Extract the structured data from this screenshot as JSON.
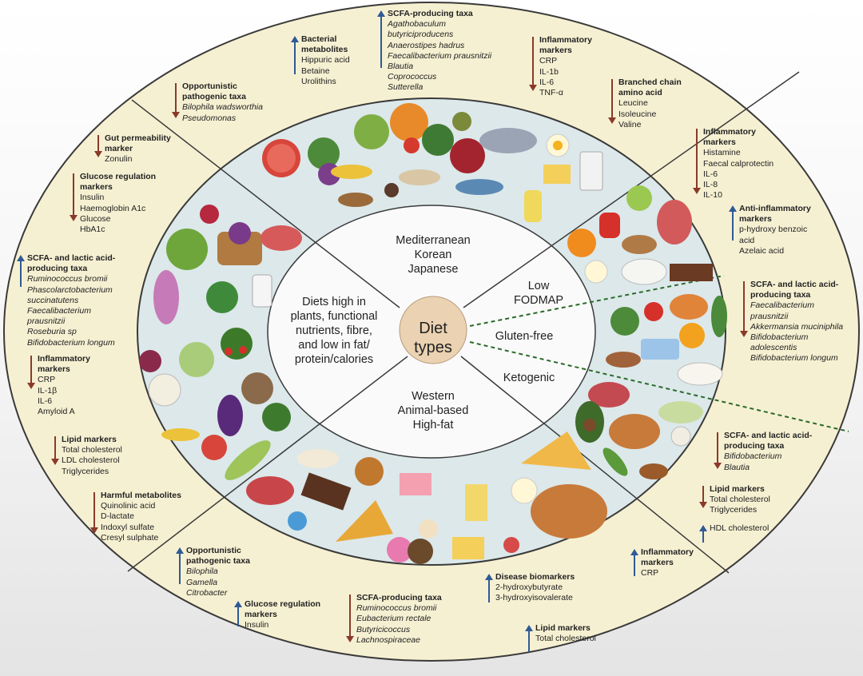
{
  "center_label": "Diet\ntypes",
  "diet_groups": [
    {
      "key": "med",
      "text": "Mediterranean\nKorean\nJapanese"
    },
    {
      "key": "plants",
      "text": "Diets high in\nplants, functional\nnutrients, fibre,\nand low in fat/\nprotein/calories"
    },
    {
      "key": "west",
      "text": "Western\nAnimal-based\nHigh-fat"
    },
    {
      "key": "lowfodmap",
      "text": "Low\nFODMAP"
    },
    {
      "key": "gluten",
      "text": "Gluten-free"
    },
    {
      "key": "keto",
      "text": "Ketogenic"
    }
  ],
  "annotations": [
    {
      "dir": "up",
      "title": "SCFA-producing taxa",
      "items": [
        "Agathobaculum",
        "butyriciproducens",
        "Anaerostipes hadrus",
        "Faecalibacterium prausnitzii",
        "Blautia",
        "Coprococcus",
        "Sutterella"
      ],
      "italic": true
    },
    {
      "dir": "up",
      "title": "Bacterial\nmetabolites",
      "items": [
        "Hippuric acid",
        "Betaine",
        "Urolithins"
      ],
      "italic": false
    },
    {
      "dir": "down",
      "title": "Inflammatory\nmarkers",
      "items": [
        "CRP",
        "IL-1b",
        "IL-6",
        "TNF-α"
      ],
      "italic": false
    },
    {
      "dir": "down",
      "title": "Opportunistic\npathogenic taxa",
      "items": [
        "Bilophila wadsworthia",
        "Pseudomonas"
      ],
      "italic": true
    },
    {
      "dir": "down",
      "title": "Branched chain\namino acid",
      "items": [
        "Leucine",
        "Isoleucine",
        "Valine"
      ],
      "italic": false
    },
    {
      "dir": "down",
      "title": "Gut permeability\nmarker",
      "items": [
        "Zonulin"
      ],
      "italic": false
    },
    {
      "dir": "down",
      "title": "Glucose regulation\nmarkers",
      "items": [
        "Insulin",
        "Haemoglobin A1c",
        "Glucose",
        "HbA1c"
      ],
      "italic": false
    },
    {
      "dir": "up",
      "title": "SCFA- and lactic acid-\nproducing taxa",
      "items": [
        "Ruminococcus bromii",
        "Phascolarctobacterium",
        "succinatutens",
        "Faecalibacterium",
        "prausnitzii",
        "Roseburia sp",
        "Bifidobacterium longum"
      ],
      "italic": true
    },
    {
      "dir": "down",
      "title": "Inflammatory\nmarkers",
      "items": [
        "CRP",
        "IL-1β",
        "IL-6",
        "Amyloid A"
      ],
      "italic": false
    },
    {
      "dir": "down",
      "title": "Lipid markers",
      "items": [
        "Total cholesterol",
        "LDL cholesterol",
        "Triglycerides"
      ],
      "italic": false
    },
    {
      "dir": "down",
      "title": "Harmful metabolites",
      "items": [
        "Quinolinic acid",
        "D-lactate",
        "Indoxyl sulfate",
        "Cresyl sulphate"
      ],
      "italic": false
    },
    {
      "dir": "down",
      "title": "Inflammatory\nmarkers",
      "items": [
        "Histamine",
        "Faecal calprotectin",
        "IL-6",
        "IL-8",
        "IL-10"
      ],
      "italic": false
    },
    {
      "dir": "up",
      "title": "Anti-inflammatory\nmarkers",
      "items": [
        "p-hydroxy benzoic",
        "acid",
        "Azelaic acid"
      ],
      "italic": false
    },
    {
      "dir": "down",
      "title": "SCFA- and lactic acid-\nproducing taxa",
      "items": [
        "Faecalibacterium",
        "prausnitzii",
        "Akkermansia muciniphila",
        "Bifidobacterium",
        "adolescentis",
        "Bifidobacterium longum"
      ],
      "italic": true
    },
    {
      "dir": "down",
      "title": "SCFA- and lactic acid-\nproducing taxa",
      "items": [
        "Bifidobacterium",
        "Blautia"
      ],
      "italic": true
    },
    {
      "dir": "down",
      "title": "Lipid markers",
      "items": [
        "Total cholesterol",
        "Triglycerides"
      ],
      "italic": false
    },
    {
      "dir": "up",
      "title": "",
      "items": [
        "HDL cholesterol"
      ],
      "italic": false
    },
    {
      "dir": "up",
      "title": "Inflammatory\nmarkers",
      "items": [
        "CRP"
      ],
      "italic": false
    },
    {
      "dir": "up",
      "title": "Opportunistic\npathogenic taxa",
      "items": [
        "Bilophila",
        "Gamella",
        "Citrobacter"
      ],
      "italic": true
    },
    {
      "dir": "up",
      "title": "Glucose regulation\nmarkers",
      "items": [
        "Insulin"
      ],
      "italic": false
    },
    {
      "dir": "down",
      "title": "SCFA-producing taxa",
      "items": [
        "Ruminococcus bromii",
        "Eubacterium rectale",
        "Butyricicoccus",
        "Lachnospiraceae"
      ],
      "italic": true
    },
    {
      "dir": "up",
      "title": "Disease biomarkers",
      "items": [
        "2-hydroxybutyrate",
        "3-hydroxyisovalerate"
      ],
      "italic": false
    },
    {
      "dir": "up",
      "title": "Lipid markers",
      "items": [
        "Total cholesterol"
      ],
      "italic": false
    }
  ],
  "colors": {
    "outer_ring": "#f6f0d2",
    "food_ring": "#dce8ea",
    "inner_disc": "#fafafa",
    "center_disc": "#ead2b2",
    "up_arrow": "#2f5a96",
    "down_arrow": "#8a3a2a"
  }
}
